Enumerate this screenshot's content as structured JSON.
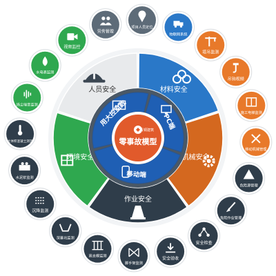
{
  "center": {
    "logo_text": "青铜建筑",
    "title": "零事故模型"
  },
  "ring_segments": [
    {
      "id": "big-screen",
      "label": "用大控监数",
      "color": "#1f5fb4"
    },
    {
      "id": "pc",
      "label": "PC端",
      "color": "#1f5fb4"
    },
    {
      "id": "mobile",
      "label": "移动端",
      "color": "#1f5fb4"
    }
  ],
  "sectors": [
    {
      "id": "personnel",
      "label": "人员安全",
      "color": "#e8eaec",
      "text_color": "#333333"
    },
    {
      "id": "materials",
      "label": "材料安全",
      "color": "#2a78c8",
      "text_color": "#ffffff"
    },
    {
      "id": "machinery",
      "label": "机械安全",
      "color": "#d4681f",
      "text_color": "#ffffff"
    },
    {
      "id": "operation",
      "label": "作业安全",
      "color": "#2f3d4a",
      "text_color": "#ffffff"
    },
    {
      "id": "environment",
      "label": "环境安全",
      "color": "#2fa84f",
      "text_color": "#ffffff"
    }
  ],
  "modules": [
    {
      "label": "物联网系统",
      "color": "#2a78c8",
      "icon": "truck"
    },
    {
      "label": "塔吊监测",
      "color": "#e8792a",
      "icon": "crane"
    },
    {
      "label": "吊钩视频",
      "color": "#e8792a",
      "icon": "hook"
    },
    {
      "label": "施工电梯监测",
      "color": "#e8792a",
      "icon": "elevator"
    },
    {
      "label": "移动机械管理",
      "color": "#e8792a",
      "icon": "tool"
    },
    {
      "label": "危险源管理",
      "color": "#2f3d4a",
      "icon": "warning"
    },
    {
      "label": "危险作业管理",
      "color": "#2f3d4a",
      "icon": "shovel"
    },
    {
      "label": "安全检查",
      "color": "#2f3d4a",
      "icon": "network"
    },
    {
      "label": "安全验收",
      "color": "#2f3d4a",
      "icon": "download"
    },
    {
      "label": "脚手架监测",
      "color": "#2f3d4a",
      "icon": "scaffold"
    },
    {
      "label": "高支模监测",
      "color": "#2f3d4a",
      "icon": "formwork"
    },
    {
      "label": "深基坑监测",
      "color": "#2f3d4a",
      "icon": "pit"
    },
    {
      "label": "沉降监测",
      "color": "#2f3d4a",
      "icon": "settle"
    },
    {
      "label": "水泥浆监测",
      "color": "#2f3d4a",
      "icon": "grout"
    },
    {
      "label": "大体积混凝土测温",
      "color": "#2f3d4a",
      "icon": "thermo"
    },
    {
      "label": "扬尘噪音监测",
      "color": "#2fa84f",
      "icon": "sound"
    },
    {
      "label": "水电表监测",
      "color": "#2fa84f",
      "icon": "drop"
    },
    {
      "label": "视频监控",
      "color": "#2fa84f",
      "icon": "camera"
    },
    {
      "label": "劳务管理",
      "color": "#5d6b78",
      "icon": "people"
    },
    {
      "label": "项目人员定位",
      "color": "#5d6b78",
      "icon": "pin"
    }
  ]
}
